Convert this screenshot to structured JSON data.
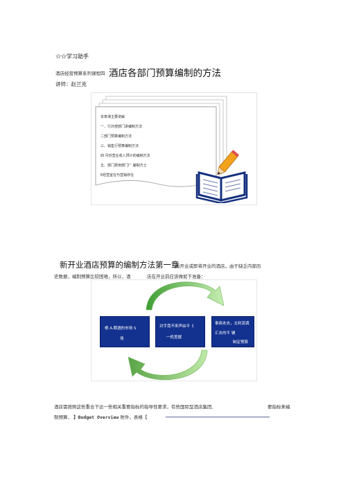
{
  "header": {
    "star_title": "☆☆学习助手"
  },
  "course": {
    "series": "酒店经营预算系列课程四",
    "title": "酒店各部门预算编制的方法",
    "lecturer": "讲师：赵兰克"
  },
  "figure1": {
    "doc_lines": [
      "本章课主要讲解",
      "一、行外部部门讲编制方法",
      "二部门预算编制方法",
      "三、销售行预算编制方法",
      "四 月份营业收入预计的编制方法",
      "五、部门费用部门厂 编制方士",
      "E经营宜在与营销存在"
    ],
    "book_icon": "book-pencil-icon"
  },
  "section": {
    "title": "新开业酒店预算的编制方法第一章",
    "title_after": "新开业或即将开业的酒店，由于缺乏内部历",
    "line2_left": "史数据，编制预算比较困难，所以，酒",
    "line2_right": "店在开业前应该做如下准备："
  },
  "figure2": {
    "box1": [
      "根 A.期酒的市场 S",
      "场"
    ],
    "box2": [
      "对手竟不来声由平《",
      "一机差据"
    ],
    "box3": [
      "事商本去，太利润调",
      "汇去的平 辅",
      "制定预算"
    ],
    "arrow_color": "#8ccf6e",
    "box_color": "#13318f"
  },
  "paragraph": {
    "line1_left": "酒店需按照这些重合下达一些相关重要指标的指导性要求，有些国际型酒店集团,",
    "line1_right": "要指标来编",
    "line2_pre": "制预算，",
    "line2_bold": "】Budget Overview",
    "line2_post": "附件，表格【"
  }
}
